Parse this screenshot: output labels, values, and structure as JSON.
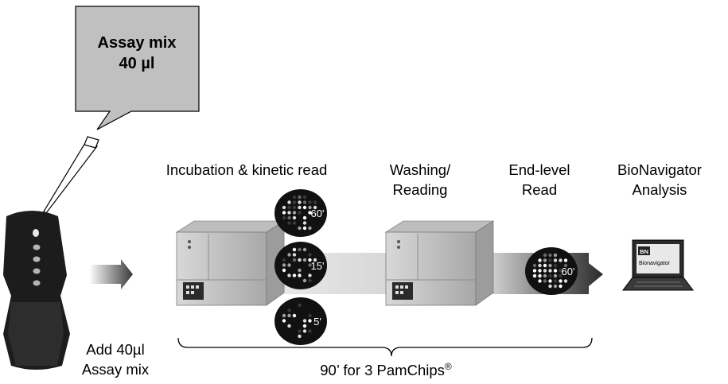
{
  "callout": {
    "line1": "Assay mix",
    "line2": "40 µl"
  },
  "steps": {
    "incubation": "Incubation & kinetic  read",
    "washing_line1": "Washing/",
    "washing_line2": "Reading",
    "endlevel_line1": "End-level",
    "endlevel_line2": "Read",
    "bionav_line1": "BioNavigator",
    "bionav_line2": "Analysis"
  },
  "timepoints": {
    "t60": "60'",
    "t15": "15'",
    "t5": "5'",
    "end60": "60'"
  },
  "add_label": {
    "line1": "Add 40µl",
    "line2": "Assay mix"
  },
  "duration": {
    "text": "90’ for 3 PamChips",
    "mark": "®"
  },
  "laptop": {
    "logo": "BN",
    "screen_text": "Bionavigator"
  },
  "colors": {
    "callout_fill": "#c0c0c0",
    "cartridge": "#1c1c1c",
    "instrument": "#c8c8c8",
    "array_bg": "#111111"
  }
}
